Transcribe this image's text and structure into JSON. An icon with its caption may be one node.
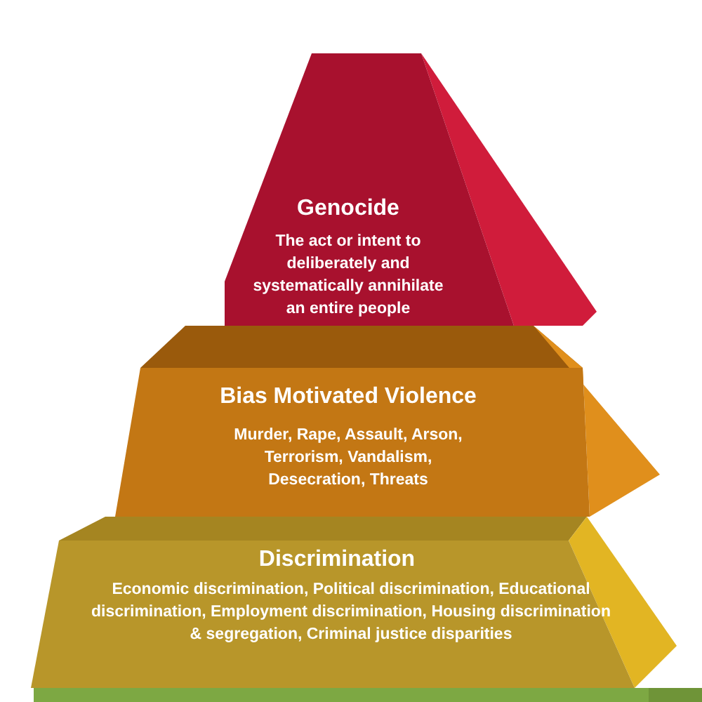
{
  "diagram": {
    "nodes": [
      {
        "text": [
          "Genocide",
          "The act or intent to deliberately and systematically annihilate an entire people"
        ]
      },
      {
        "text": [
          "Bias Motivated Violence",
          "Murder, Rape, Assault, Arson, Terrorism, Vandalism, Desecration, Threats"
        ]
      },
      {
        "text": [
          "Discrimination",
          "Economic discrimination, Political discrimination, Educational discrimination, Employment discrimination, Housing discrimination & segregation, Criminal justice disparities"
        ]
      },
      {
        "text": [],
        "shape": "band"
      }
    ]
  }
}
